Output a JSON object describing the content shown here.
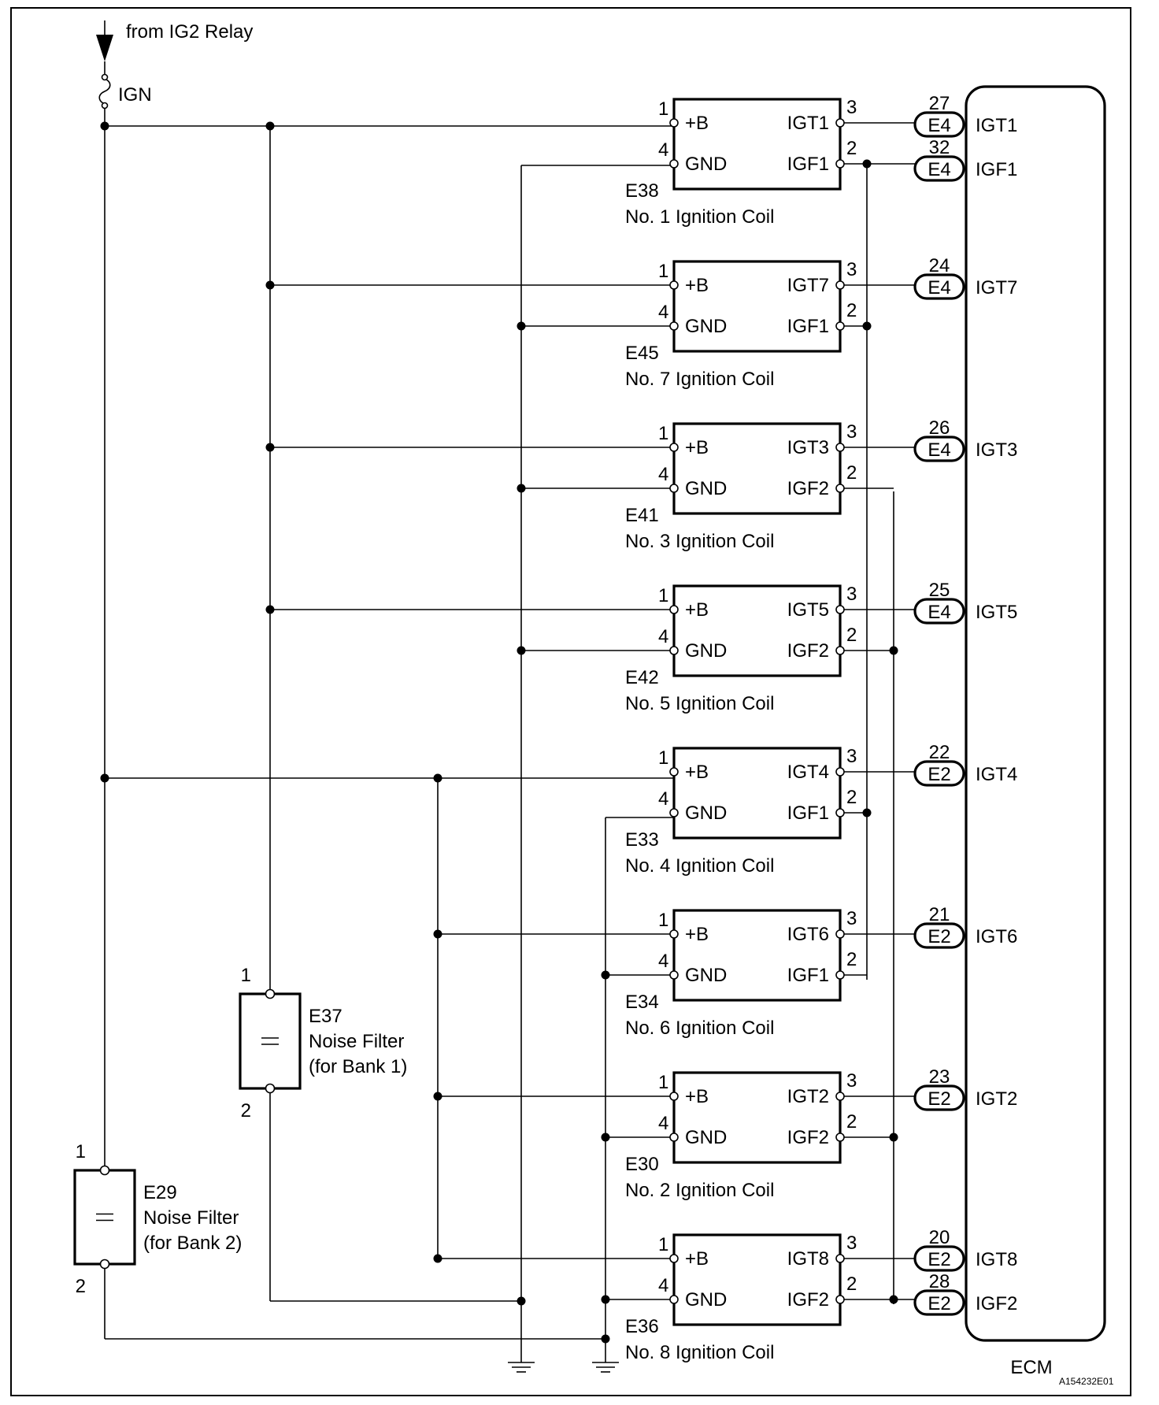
{
  "source": {
    "label": "from IG2 Relay",
    "fuse": "IGN"
  },
  "coils": [
    {
      "code": "E38",
      "name": "No. 1 Ignition Coil",
      "pin_b": "1",
      "pin_gnd": "4",
      "pin_igt": "3",
      "pin_igf": "2",
      "label_b": "+B",
      "label_gnd": "GND",
      "label_igt": "IGT1",
      "label_igf": "IGF1"
    },
    {
      "code": "E45",
      "name": "No. 7 Ignition Coil",
      "pin_b": "1",
      "pin_gnd": "4",
      "pin_igt": "3",
      "pin_igf": "2",
      "label_b": "+B",
      "label_gnd": "GND",
      "label_igt": "IGT7",
      "label_igf": "IGF1"
    },
    {
      "code": "E41",
      "name": "No. 3 Ignition Coil",
      "pin_b": "1",
      "pin_gnd": "4",
      "pin_igt": "3",
      "pin_igf": "2",
      "label_b": "+B",
      "label_gnd": "GND",
      "label_igt": "IGT3",
      "label_igf": "IGF2"
    },
    {
      "code": "E42",
      "name": "No. 5 Ignition Coil",
      "pin_b": "1",
      "pin_gnd": "4",
      "pin_igt": "3",
      "pin_igf": "2",
      "label_b": "+B",
      "label_gnd": "GND",
      "label_igt": "IGT5",
      "label_igf": "IGF2"
    },
    {
      "code": "E33",
      "name": "No. 4 Ignition Coil",
      "pin_b": "1",
      "pin_gnd": "4",
      "pin_igt": "3",
      "pin_igf": "2",
      "label_b": "+B",
      "label_gnd": "GND",
      "label_igt": "IGT4",
      "label_igf": "IGF1"
    },
    {
      "code": "E34",
      "name": "No. 6 Ignition Coil",
      "pin_b": "1",
      "pin_gnd": "4",
      "pin_igt": "3",
      "pin_igf": "2",
      "label_b": "+B",
      "label_gnd": "GND",
      "label_igt": "IGT6",
      "label_igf": "IGF1"
    },
    {
      "code": "E30",
      "name": "No. 2 Ignition Coil",
      "pin_b": "1",
      "pin_gnd": "4",
      "pin_igt": "3",
      "pin_igf": "2",
      "label_b": "+B",
      "label_gnd": "GND",
      "label_igt": "IGT2",
      "label_igf": "IGF2"
    },
    {
      "code": "E36",
      "name": "No. 8 Ignition Coil",
      "pin_b": "1",
      "pin_gnd": "4",
      "pin_igt": "3",
      "pin_igf": "2",
      "label_b": "+B",
      "label_gnd": "GND",
      "label_igt": "IGT8",
      "label_igf": "IGF2"
    }
  ],
  "ecm": {
    "label": "ECM",
    "terminals": [
      {
        "number": "27",
        "connector": "E4",
        "signal": "IGT1"
      },
      {
        "number": "32",
        "connector": "E4",
        "signal": "IGF1"
      },
      {
        "number": "24",
        "connector": "E4",
        "signal": "IGT7"
      },
      {
        "number": "26",
        "connector": "E4",
        "signal": "IGT3"
      },
      {
        "number": "25",
        "connector": "E4",
        "signal": "IGT5"
      },
      {
        "number": "22",
        "connector": "E2",
        "signal": "IGT4"
      },
      {
        "number": "21",
        "connector": "E2",
        "signal": "IGT6"
      },
      {
        "number": "23",
        "connector": "E2",
        "signal": "IGT2"
      },
      {
        "number": "20",
        "connector": "E2",
        "signal": "IGT8"
      },
      {
        "number": "28",
        "connector": "E2",
        "signal": "IGF2"
      }
    ]
  },
  "noise_filters": [
    {
      "code": "E37",
      "name": "Noise Filter",
      "note": "(for Bank 1)",
      "pin_top": "1",
      "pin_bottom": "2"
    },
    {
      "code": "E29",
      "name": "Noise Filter",
      "note": "(for Bank 2)",
      "pin_top": "1",
      "pin_bottom": "2"
    }
  ],
  "figure_id": "A154232E01"
}
